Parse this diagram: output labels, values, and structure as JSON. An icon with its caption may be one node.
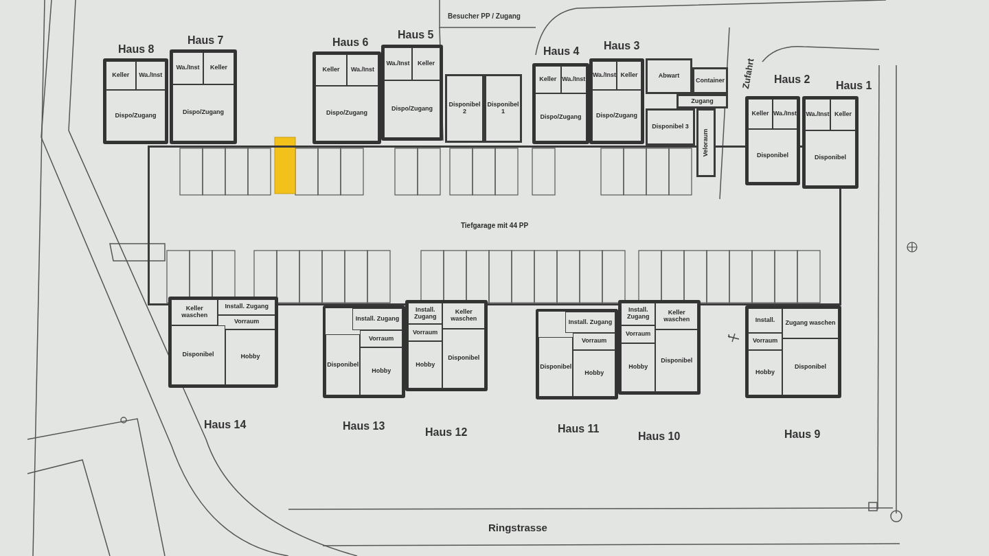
{
  "diagram": {
    "nodes": [
      {
        "text": [
          "Tiefgarage mit 44 PP"
        ]
      },
      {
        "text": [
          "Haus 8"
        ]
      },
      {
        "text": [
          "Keller"
        ],
        "in": 1
      },
      {
        "text": [
          "Wa./Inst"
        ],
        "in": 1
      },
      {
        "text": [
          "Dispo/Zugang"
        ],
        "in": 1
      },
      {
        "text": [
          "Haus 7"
        ]
      },
      {
        "text": [
          "Wa./Inst"
        ],
        "in": 5
      },
      {
        "text": [
          "Keller"
        ],
        "in": 5
      },
      {
        "text": [
          "Dispo/Zugang"
        ],
        "in": 5
      },
      {
        "text": [
          "Haus 6"
        ]
      },
      {
        "text": [
          "Keller"
        ],
        "in": 9
      },
      {
        "text": [
          "Wa./Inst"
        ],
        "in": 9
      },
      {
        "text": [
          "Dispo/Zugang"
        ],
        "in": 9
      },
      {
        "text": [
          "Haus 5"
        ]
      },
      {
        "text": [
          "Wa./Inst"
        ],
        "in": 13
      },
      {
        "text": [
          "Keller"
        ],
        "in": 13
      },
      {
        "text": [
          "Dispo/Zugang"
        ],
        "in": 13
      },
      {
        "text": [
          "Disponibel 2"
        ]
      },
      {
        "text": [
          "Disponibel 1"
        ]
      },
      {
        "text": [
          "Haus 4"
        ]
      },
      {
        "text": [
          "Keller"
        ],
        "in": 19
      },
      {
        "text": [
          "Wa./Inst"
        ],
        "in": 19
      },
      {
        "text": [
          "Dispo/Zugang"
        ],
        "in": 19
      },
      {
        "text": [
          "Haus 3"
        ]
      },
      {
        "text": [
          "Wa./Inst"
        ],
        "in": 23
      },
      {
        "text": [
          "Keller"
        ],
        "in": 23
      },
      {
        "text": [
          "Dispo/Zugang"
        ],
        "in": 23
      },
      {
        "text": [
          "Abwart"
        ]
      },
      {
        "text": [
          "Container"
        ]
      },
      {
        "text": [
          "Zugang"
        ]
      },
      {
        "text": [
          "Disponibel 3"
        ]
      },
      {
        "text": [
          "Veloraum"
        ]
      },
      {
        "text": [
          "Haus 2"
        ]
      },
      {
        "text": [
          "Keller"
        ],
        "in": 32
      },
      {
        "text": [
          "Wa./Inst"
        ],
        "in": 32
      },
      {
        "text": [
          "Disponibel"
        ],
        "in": 32
      },
      {
        "text": [
          "Haus 1"
        ]
      },
      {
        "text": [
          "Wa./Inst"
        ],
        "in": 36
      },
      {
        "text": [
          "Keller"
        ],
        "in": 36
      },
      {
        "text": [
          "Disponibel"
        ],
        "in": 36
      },
      {
        "text": [
          "Haus 14"
        ]
      },
      {
        "text": [
          "Keller waschen"
        ],
        "in": 40
      },
      {
        "text": [
          "Install. Zugang"
        ],
        "in": 40
      },
      {
        "text": [
          "Vorraum"
        ],
        "in": 40
      },
      {
        "text": [
          "Disponibel"
        ],
        "in": 40
      },
      {
        "text": [
          "Hobby"
        ],
        "in": 40
      },
      {
        "text": [
          "Haus 13"
        ]
      },
      {
        "text": [
          "Install. Zugang"
        ],
        "in": 46
      },
      {
        "text": [
          "Vorraum"
        ],
        "in": 46
      },
      {
        "text": [
          "Disponibel"
        ],
        "in": 46
      },
      {
        "text": [
          "Hobby"
        ],
        "in": 46
      },
      {
        "text": [
          "Haus 12"
        ]
      },
      {
        "text": [
          "Install. Zugang"
        ],
        "in": 51
      },
      {
        "text": [
          "Keller waschen"
        ],
        "in": 51
      },
      {
        "text": [
          "Vorraum"
        ],
        "in": 51
      },
      {
        "text": [
          "Disponibel"
        ],
        "in": 51
      },
      {
        "text": [
          "Hobby"
        ],
        "in": 51
      },
      {
        "text": [
          "Haus 11"
        ]
      },
      {
        "text": [
          "Install. Zugang"
        ],
        "in": 57
      },
      {
        "text": [
          "Vorraum"
        ],
        "in": 57
      },
      {
        "text": [
          "Disponibel"
        ],
        "in": 57
      },
      {
        "text": [
          "Hobby"
        ],
        "in": 57
      },
      {
        "text": [
          "Haus 10"
        ]
      },
      {
        "text": [
          "Install. Zugang"
        ],
        "in": 62
      },
      {
        "text": [
          "Keller waschen"
        ],
        "in": 62
      },
      {
        "text": [
          "Vorraum"
        ],
        "in": 62
      },
      {
        "text": [
          "Disponibel"
        ],
        "in": 62
      },
      {
        "text": [
          "Hobby"
        ],
        "in": 62
      },
      {
        "text": [
          "Haus 9"
        ]
      },
      {
        "text": [
          "Install."
        ],
        "in": 68
      },
      {
        "text": [
          "Zugang waschen"
        ],
        "in": 68
      },
      {
        "text": [
          "Vorraum"
        ],
        "in": 68
      },
      {
        "text": [
          "Disponibel"
        ],
        "in": 68
      },
      {
        "text": [
          "Hobby"
        ],
        "in": 68
      }
    ],
    "labels": [
      "Besucher PP / Zugang",
      "Zufahrt",
      "Ringstrasse"
    ]
  }
}
